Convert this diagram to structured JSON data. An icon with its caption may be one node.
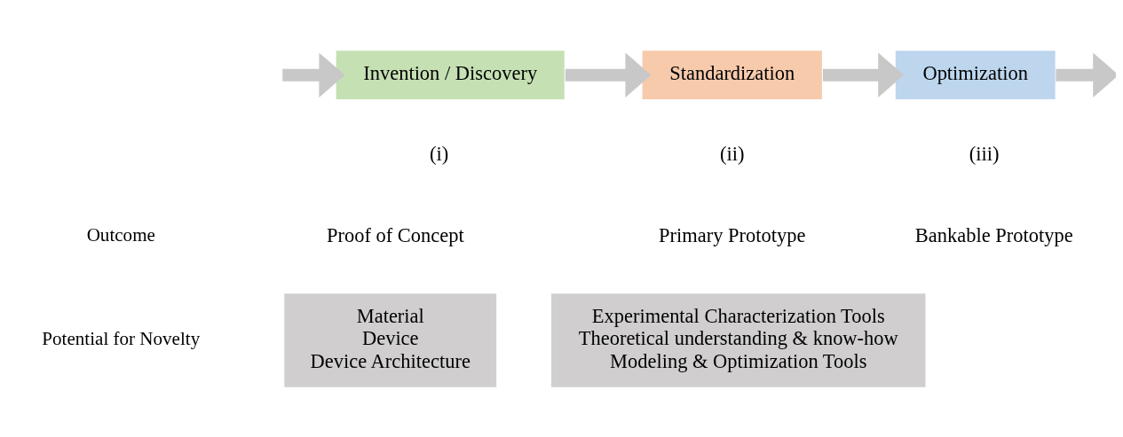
{
  "diagram": {
    "nodes": [
      {
        "text": [
          "Invention / Discovery"
        ],
        "beside": [
          "(i)",
          "Proof of Concept"
        ]
      },
      {
        "text": [
          "Standardization"
        ],
        "beside": [
          "(ii)",
          "Primary Prototype"
        ]
      },
      {
        "text": [
          "Optimization"
        ],
        "beside": [
          "(iii)",
          "Bankable Prototype"
        ]
      },
      {
        "text": [
          "Material",
          "Device",
          "Device Architecture"
        ]
      },
      {
        "text": [
          "Experimental Characterization Tools",
          "Theoretical understanding & know-how",
          "Modeling & Optimization Tools"
        ]
      }
    ],
    "edges": [
      {
        "from": null,
        "to": 0,
        "arrow": "to"
      },
      {
        "from": 0,
        "to": 1,
        "arrow": "to"
      },
      {
        "from": 1,
        "to": 2,
        "arrow": "to"
      },
      {
        "from": 2,
        "to": null,
        "arrow": "to"
      }
    ],
    "labels": [
      "Outcome",
      "Potential for Novelty"
    ]
  }
}
